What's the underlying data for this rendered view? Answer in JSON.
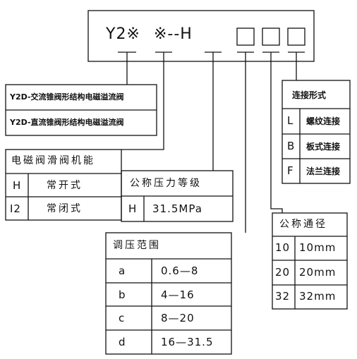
{
  "model_code": {
    "prefix": "Y2※",
    "mid": "※--H"
  },
  "function_table": {
    "rows": [
      "Y2D-交流锥阀形结构电磁溢流阀",
      "Y2D-直流锥阀形结构电磁溢流阀"
    ]
  },
  "valve_type_table": {
    "title": "电磁阀滑阀机能",
    "rows": [
      {
        "code": "H",
        "label": "常开式"
      },
      {
        "code": "I2",
        "label": "常闭式"
      }
    ]
  },
  "pressure_grade_table": {
    "title": "公称压力等级",
    "code": "H",
    "value": "31.5MPa"
  },
  "pressure_range_table": {
    "title": "调压范围",
    "rows": [
      {
        "code": "a",
        "value": "0.6—8"
      },
      {
        "code": "b",
        "value": "4—16"
      },
      {
        "code": "c",
        "value": "8—20"
      },
      {
        "code": "d",
        "value": "16—31.5"
      }
    ]
  },
  "connection_table": {
    "title": "连接形式",
    "rows": [
      {
        "code": "L",
        "label": "螺纹连接"
      },
      {
        "code": "B",
        "label": "板式连接"
      },
      {
        "code": "F",
        "label": "法兰连接"
      }
    ]
  },
  "diameter_table": {
    "title": "公称通径",
    "rows": [
      {
        "code": "10",
        "value": "10mm"
      },
      {
        "code": "20",
        "value": "20mm"
      },
      {
        "code": "32",
        "value": "32mm"
      }
    ]
  },
  "colors": {
    "line": "#111111",
    "background": "#ffffff"
  }
}
